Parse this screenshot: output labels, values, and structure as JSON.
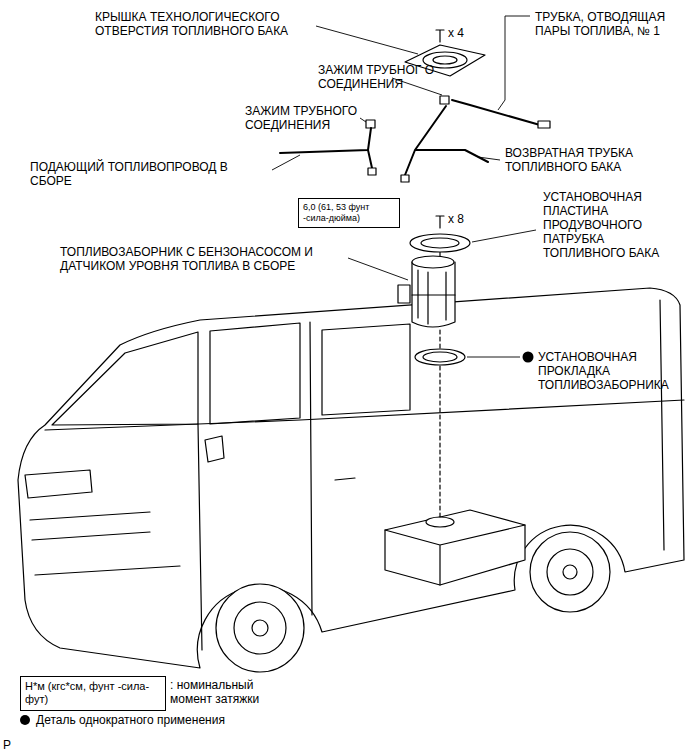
{
  "diagram": {
    "nodes": [
      {
        "text": [
          "6,0 (61, 53 фунт -сила-дюйма)"
        ]
      },
      {
        "text": [
          "Н*м (кгс*см, фунт -сила-фут)"
        ]
      }
    ],
    "labels": [
      "КРЫШКА ТЕХНОЛОГИЧЕСКОГО ОТВЕРСТИЯ ТОПЛИВНОГО БАКА",
      "ТРУБКА, ОТВОДЯЩАЯ ПАРЫ ТОПЛИВА, № 1",
      "x 4",
      "ЗАЖИМ ТРУБНОГ О СОЕДИНЕНИЯ",
      "ЗАЖИМ ТРУБНОГО СОЕДИНЕНИЯ",
      "ПОДАЮЩИЙ ТОПЛИВОПРОВОД В СБОРЕ",
      "ВОЗВРАТНАЯ ТРУБКА ТОПЛИВНОГО БАКА",
      "x 8",
      "УСТАНОВОЧНАЯ ПЛАСТИНА ПРОДУВОЧНОГО ПАТРУБКА ТОПЛИВНОГО БАКА",
      "ТОПЛИВОЗАБОРНИК С БЕНЗОНАСОСОМ И ДАТЧИКОМ УРОВНЯ ТОПЛИВА В СБОРЕ",
      "УСТАНОВОЧНАЯ ПРОКЛАДКА ТОПЛИВОЗАБОРНИКА",
      "P"
    ],
    "legend": [
      {
        "text": ": номинальный момент затяжки"
      },
      {
        "text": "Деталь однократного применения"
      }
    ]
  }
}
